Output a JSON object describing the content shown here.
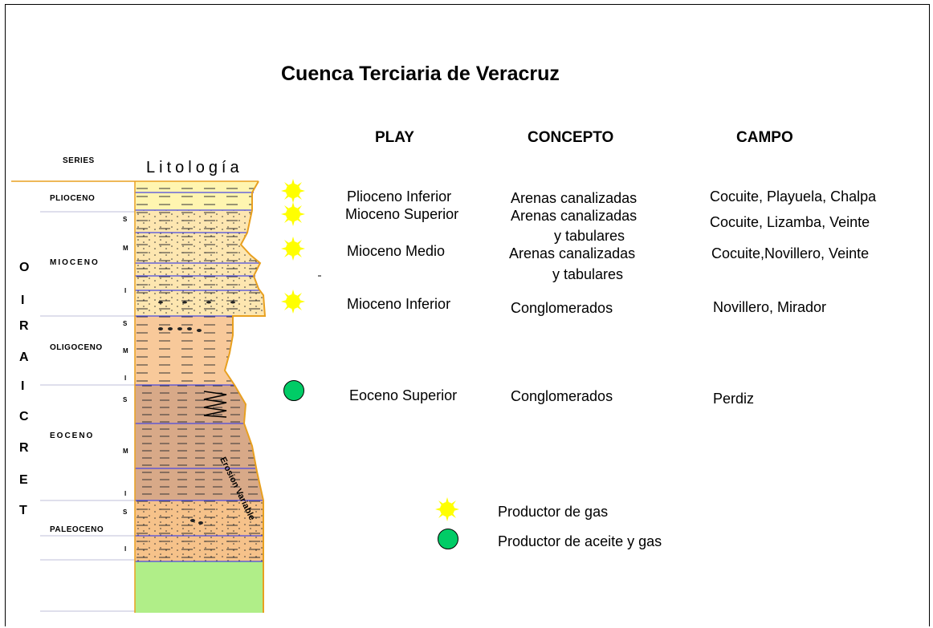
{
  "title": "Cuenca Terciaria de Veracruz",
  "headers": {
    "play": "PLAY",
    "concepto": "CONCEPTO",
    "campo": "CAMPO"
  },
  "column": {
    "series_label": "SERIES",
    "litologia_label": "Litología",
    "system_letters": [
      "O",
      "I",
      "R",
      "A",
      "I",
      "C",
      "R",
      "E",
      "T"
    ],
    "epochs": [
      "PLIOCENO",
      "MIOCENO",
      "OLIGOCENO",
      "EOCENO",
      "PALEOCENO"
    ],
    "subdivisions": [
      "S",
      "M",
      "I",
      "S",
      "M",
      "I",
      "S",
      "M",
      "I",
      "S",
      "I"
    ],
    "erosion_label": "Erosion Variable"
  },
  "rows": [
    {
      "play": "Plioceno Inferior",
      "concepto": "Arenas canalizadas",
      "campo": "Cocuite, Playuela, Chalpa",
      "marker": "gas"
    },
    {
      "play": "Mioceno Superior",
      "concepto": "Arenas canalizadas",
      "concepto2": "y tabulares",
      "campo": "Cocuite, Lizamba, Veinte",
      "marker": "gas"
    },
    {
      "play": "Mioceno Medio",
      "concepto": "Arenas canalizadas",
      "concepto2": "y  tabulares",
      "campo": "Cocuite,Novillero, Veinte",
      "marker": "gas"
    },
    {
      "play": "Mioceno Inferior",
      "concepto": "Conglomerados",
      "campo": "Novillero, Mirador",
      "marker": "gas"
    },
    {
      "play": "Eoceno Superior",
      "concepto": "Conglomerados",
      "campo": "Perdiz",
      "marker": "oil"
    }
  ],
  "legend": {
    "gas": "Productor de gas",
    "oil": "Productor de aceite y gas"
  },
  "colors": {
    "gas_marker": "#ffff00",
    "oil_marker": "#00cc66",
    "pliocene": "#fff5b0",
    "miocene": "#fde6b0",
    "oligocene": "#f8c99a",
    "eocene": "#d8a988",
    "paleocene": "#f6c28a",
    "basement": "#b0ee88",
    "outline": "#e8a020",
    "boundary": "#4a4ae0"
  }
}
